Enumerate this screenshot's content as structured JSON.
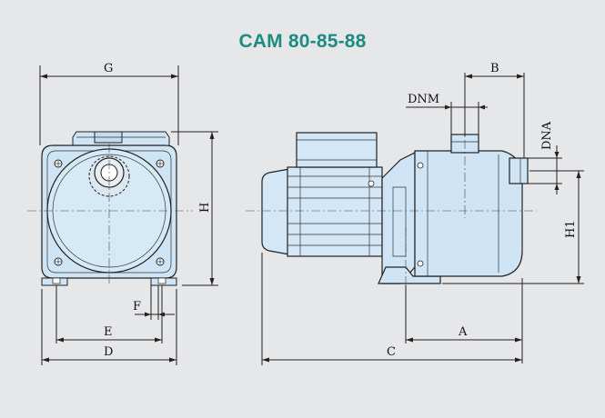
{
  "title": "CAM 80-85-88",
  "colors": {
    "background": "#e6e7e9",
    "title": "#1f8a80",
    "pump_fill": "#cfe4f4",
    "motor_fill": "#d4e7f6",
    "line": "#222222"
  },
  "labels": {
    "G": "G",
    "H": "H",
    "F": "F",
    "E": "E",
    "D": "D",
    "B": "B",
    "DNM": "DNM",
    "DNA": "DNA",
    "H1": "H1",
    "A": "A",
    "C": "C"
  }
}
